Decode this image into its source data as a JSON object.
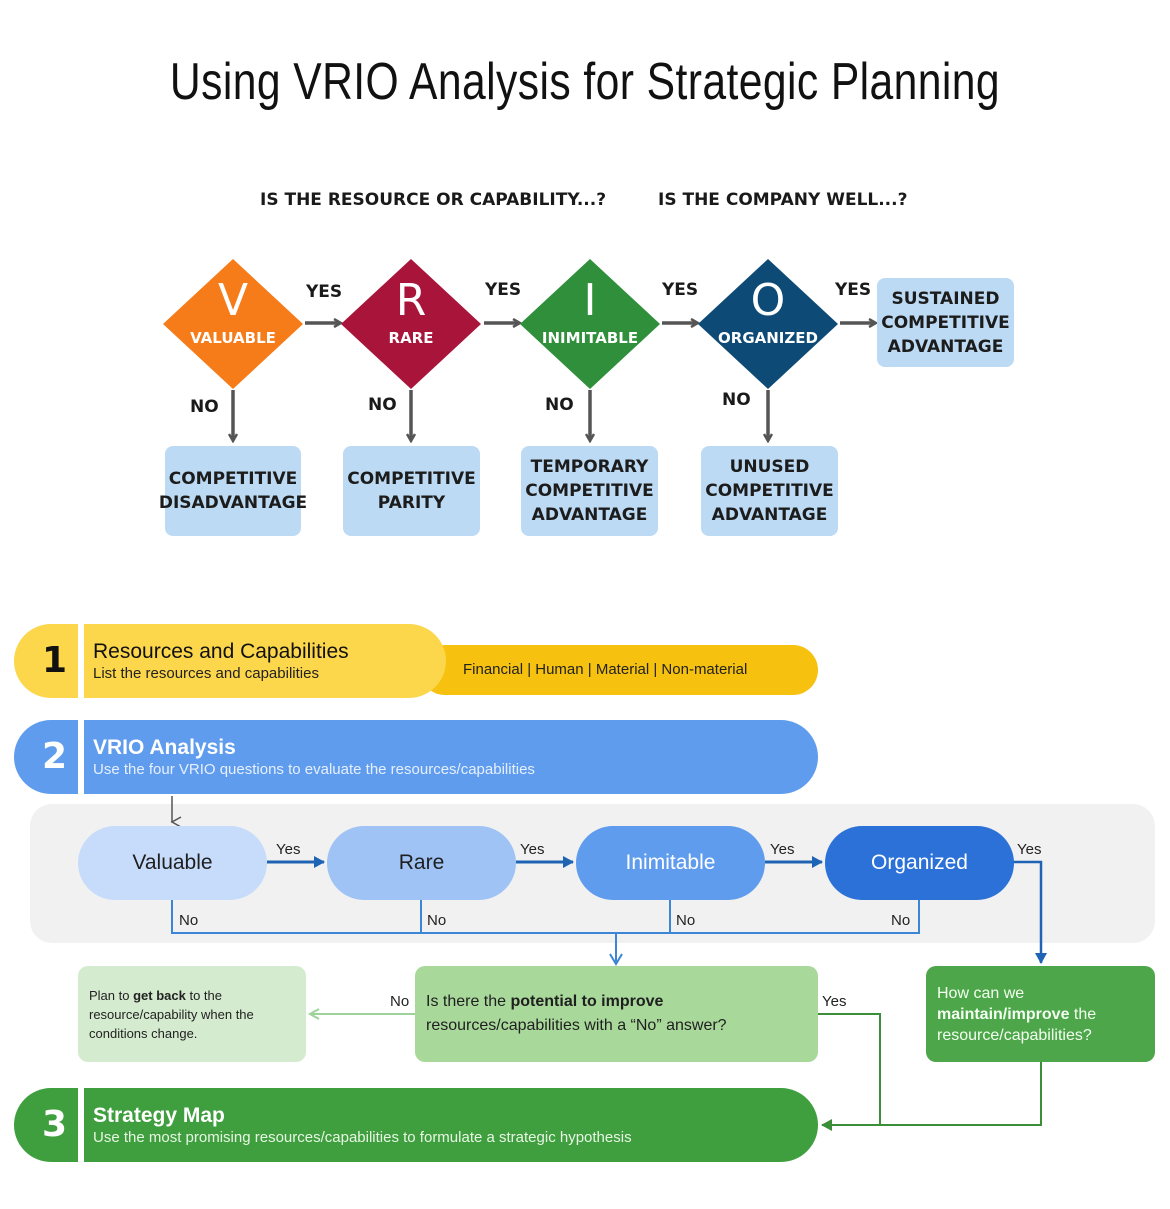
{
  "title": "Using VRIO Analysis for Strategic Planning",
  "top_chart": {
    "question_left": "IS THE RESOURCE OR CAPABILITY...?",
    "question_right": "IS THE COMPANY WELL...?",
    "yes_label": "YES",
    "no_label": "NO",
    "diamonds": [
      {
        "letter": "V",
        "word": "VALUABLE",
        "color": "#f57c19",
        "outcome_lines": [
          "COMPETITIVE",
          "DISADVANTAGE"
        ]
      },
      {
        "letter": "R",
        "word": "RARE",
        "color": "#a8143a",
        "outcome_lines": [
          "COMPETITIVE",
          "PARITY"
        ]
      },
      {
        "letter": "I",
        "word": "INIMITABLE",
        "color": "#2f8f3a",
        "outcome_lines": [
          "TEMPORARY",
          "COMPETITIVE",
          "ADVANTAGE"
        ]
      },
      {
        "letter": "O",
        "word": "ORGANIZED",
        "color": "#0d4a75",
        "outcome_lines": [
          "UNUSED",
          "COMPETITIVE",
          "ADVANTAGE"
        ]
      }
    ],
    "final_lines": [
      "SUSTAINED",
      "COMPETITIVE",
      "ADVANTAGE"
    ]
  },
  "steps": {
    "step1": {
      "num": "1",
      "title": "Resources and Capabilities",
      "sub": "List the resources and capabilities",
      "tag": "Financial | Human | Material | Non-material"
    },
    "step2": {
      "num": "2",
      "title": "VRIO Analysis",
      "sub": "Use the four VRIO questions to evaluate the resources/capabilities"
    },
    "step3": {
      "num": "3",
      "title": "Strategy Map",
      "sub": "Use the most promising resources/capabilities to formulate a strategic hypothesis"
    }
  },
  "flow": {
    "pills": [
      "Valuable",
      "Rare",
      "Inimitable",
      "Organized"
    ],
    "yes": "Yes",
    "no": "No",
    "plan_box": {
      "pre": "Plan to ",
      "bold": "get back",
      "post": " to the resource/capability when the conditions change."
    },
    "potential_box": {
      "pre": "Is there the ",
      "bold": "potential to improve",
      "post": " resources/capabilities with a “No” answer?"
    },
    "maintain_box": {
      "pre": "How can we ",
      "bold": "maintain/improve",
      "post": " the resource/capabilities?"
    }
  },
  "colors": {
    "orange": "#f57c19",
    "crimson": "#a8143a",
    "green": "#2f8f3a",
    "navy": "#0d4a75",
    "light_blue": "#bcdaf3",
    "yellow": "#fcd64b",
    "gold": "#f6c10f",
    "blue": "#5f9ced",
    "strategy_green": "#3f9f3f"
  }
}
